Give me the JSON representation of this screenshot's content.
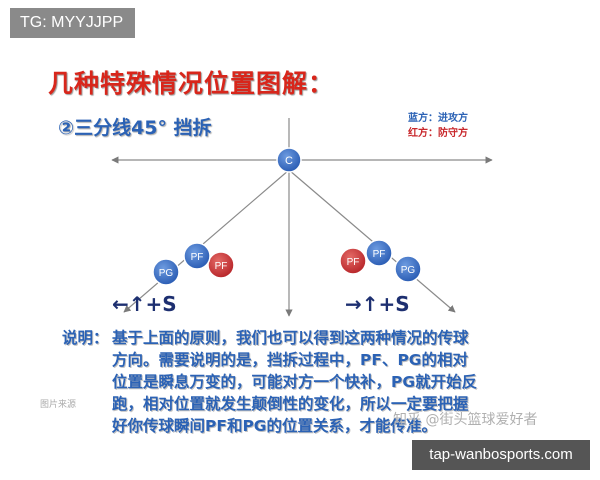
{
  "tags": {
    "top": "TG: MYYJJPP",
    "bottom": "tap-wanbosports.com"
  },
  "title": "几种特殊情况位置图解：",
  "subtitle": "②三分线45° 挡拆",
  "legend": {
    "blue": "蓝方：进攻方",
    "red": "红方：防守方",
    "blue_color": "#2b62b5",
    "red_color": "#c8262a"
  },
  "players": {
    "center": "C",
    "left_pf": "PF",
    "left_pg": "PG",
    "left_red": "PF",
    "right_pf": "PF",
    "right_pg": "PG",
    "right_red": "PF"
  },
  "moves": {
    "left": "←↑+S",
    "right": "→↑+S"
  },
  "description": {
    "prefix": "说明：",
    "lines": [
      "基于上面的原则，我们也可以得到这两种情况的传球",
      "方向。需要说明的是，挡拆过程中，PF、PG的相对",
      "位置是瞬息万变的，可能对方一个快补，PG就开始反",
      "跑，相对位置就发生颠倒性的变化，所以一定要把握",
      "好你传球瞬间PF和PG的位置关系，才能传准。"
    ]
  },
  "watermarks": {
    "left": "图片来源",
    "right": "知乎 @街头篮球爱好者"
  }
}
